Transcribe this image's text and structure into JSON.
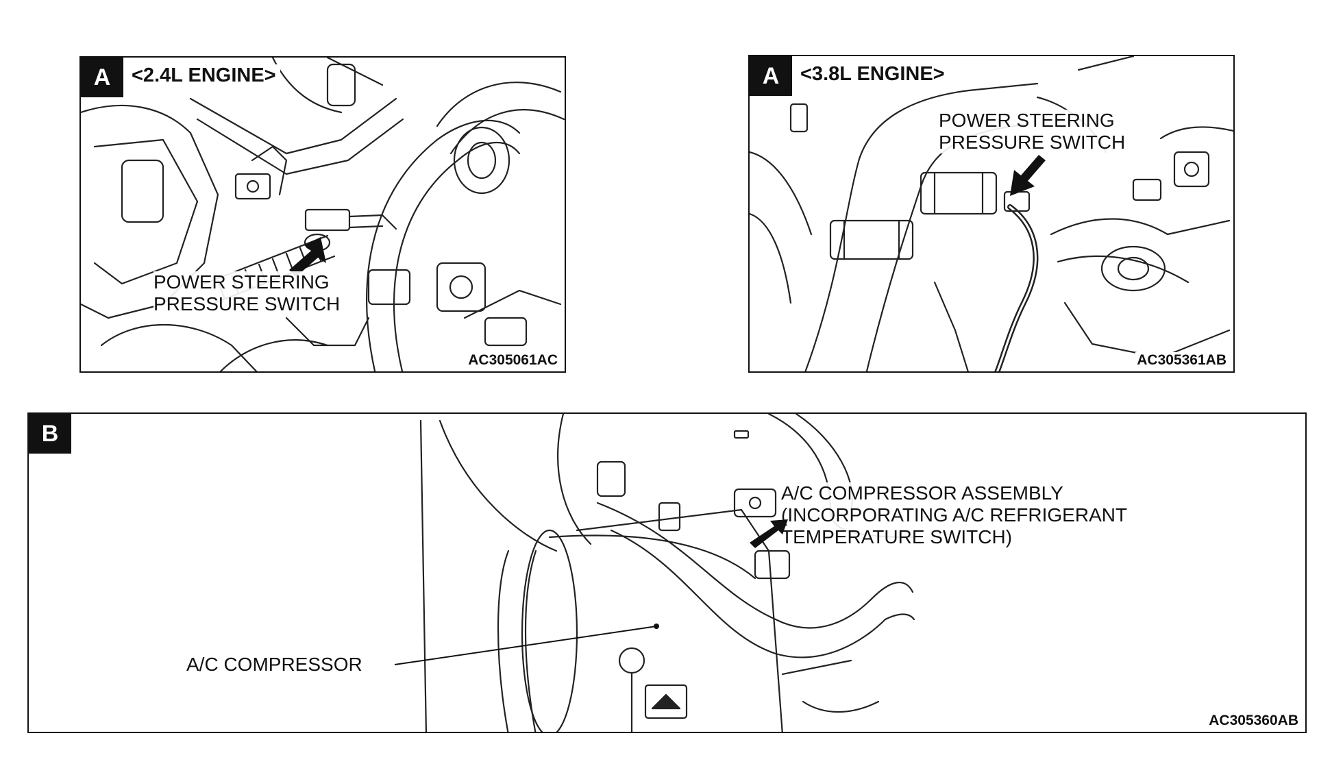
{
  "panels": [
    {
      "badge": "A",
      "engine": "<2.4L ENGINE>",
      "callout": [
        "POWER STEERING",
        "PRESSURE SWITCH"
      ],
      "code": "AC305061AC"
    },
    {
      "badge": "A",
      "engine": "<3.8L ENGINE>",
      "callout": [
        "POWER STEERING",
        "PRESSURE SWITCH"
      ],
      "code": "AC305361AB"
    },
    {
      "badge": "B",
      "callout": [
        "A/C COMPRESSOR ASSEMBLY",
        "(INCORPORATING A/C REFRIGERANT",
        "TEMPERATURE SWITCH)"
      ],
      "callout2": "A/C COMPRESSOR",
      "code": "AC305360AB"
    }
  ]
}
